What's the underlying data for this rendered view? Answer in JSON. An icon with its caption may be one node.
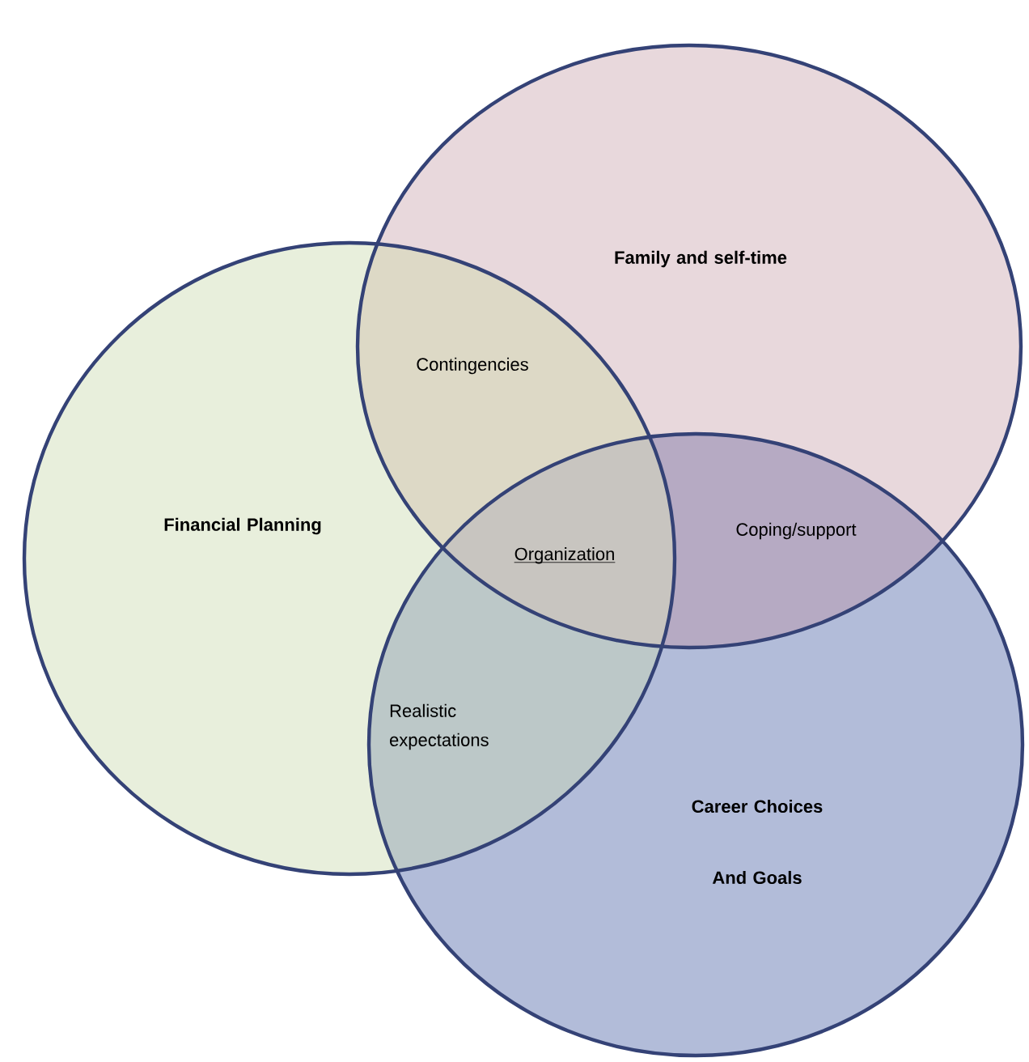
{
  "diagram": {
    "nodes": [
      {
        "text": [
          "Family and self-time"
        ]
      },
      {
        "text": [
          "Financial Planning"
        ]
      },
      {
        "text": [
          "Career Choices And Goals"
        ]
      }
    ],
    "labels": [
      "Contingencies",
      "Organization",
      "Coping/support",
      "Realistic expectations"
    ]
  }
}
